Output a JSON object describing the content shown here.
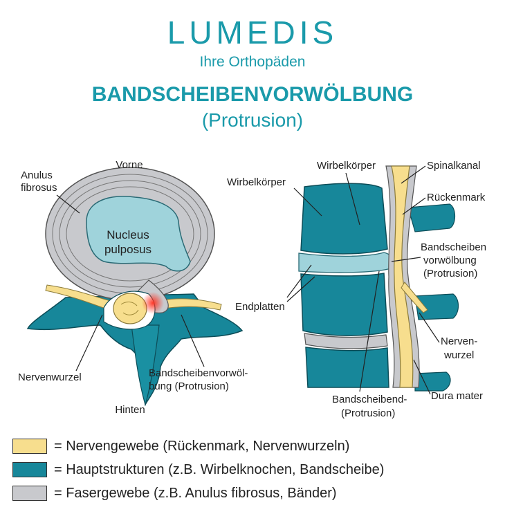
{
  "header": {
    "logo": "LUMEDIS",
    "subtitle": "Ihre Orthopäden",
    "title": "BANDSCHEIBENVORWÖLBUNG",
    "title_sub": "(Protrusion)"
  },
  "left_diagram": {
    "label_vorne": "Vorne",
    "label_anulus_1": "Anulus",
    "label_anulus_2": "fibrosus",
    "label_nucleus_1": "Nucleus",
    "label_nucleus_2": "pulposus",
    "label_nervenwurzel": "Nervenwurzel",
    "label_protrusion_1": "Bandscheibenvorwöl-",
    "label_protrusion_2": "bung (Protrusion)",
    "label_hinten": "Hinten"
  },
  "right_diagram": {
    "label_wirbelkoerper_top": "Wirbelkörper",
    "label_wirbelkoerper_left": "Wirbelkörper",
    "label_spinalkanal": "Spinalkanal",
    "label_rueckenmark": "Rückenmark",
    "label_vorw_1": "Bandscheiben",
    "label_vorw_2": "vorwölbung",
    "label_vorw_3": "(Protrusion)",
    "label_endplatten": "Endplatten",
    "label_nerven_1": "Nerven-",
    "label_nerven_2": "wurzel",
    "label_dura": "Dura mater",
    "label_bsd_1": "Bandscheibend-",
    "label_bsd_2": "(Protrusion)"
  },
  "legend": [
    {
      "color": "#f7de8e",
      "text": "= Nervengewebe (Rückenmark, Nervenwurzeln)"
    },
    {
      "color": "#17879a",
      "text": "= Hauptstrukturen (z.B. Wirbelknochen, Bandscheibe)"
    },
    {
      "color": "#c8c9cd",
      "text": "= Fasergewebe (z.B. Anulus fibrosus, Bänder)"
    }
  ],
  "colors": {
    "brand": "#1a9aaa",
    "nerve": "#f7de8e",
    "bone": "#17879a",
    "fiber": "#c8c9cd",
    "nucleus": "#9fd3db"
  }
}
